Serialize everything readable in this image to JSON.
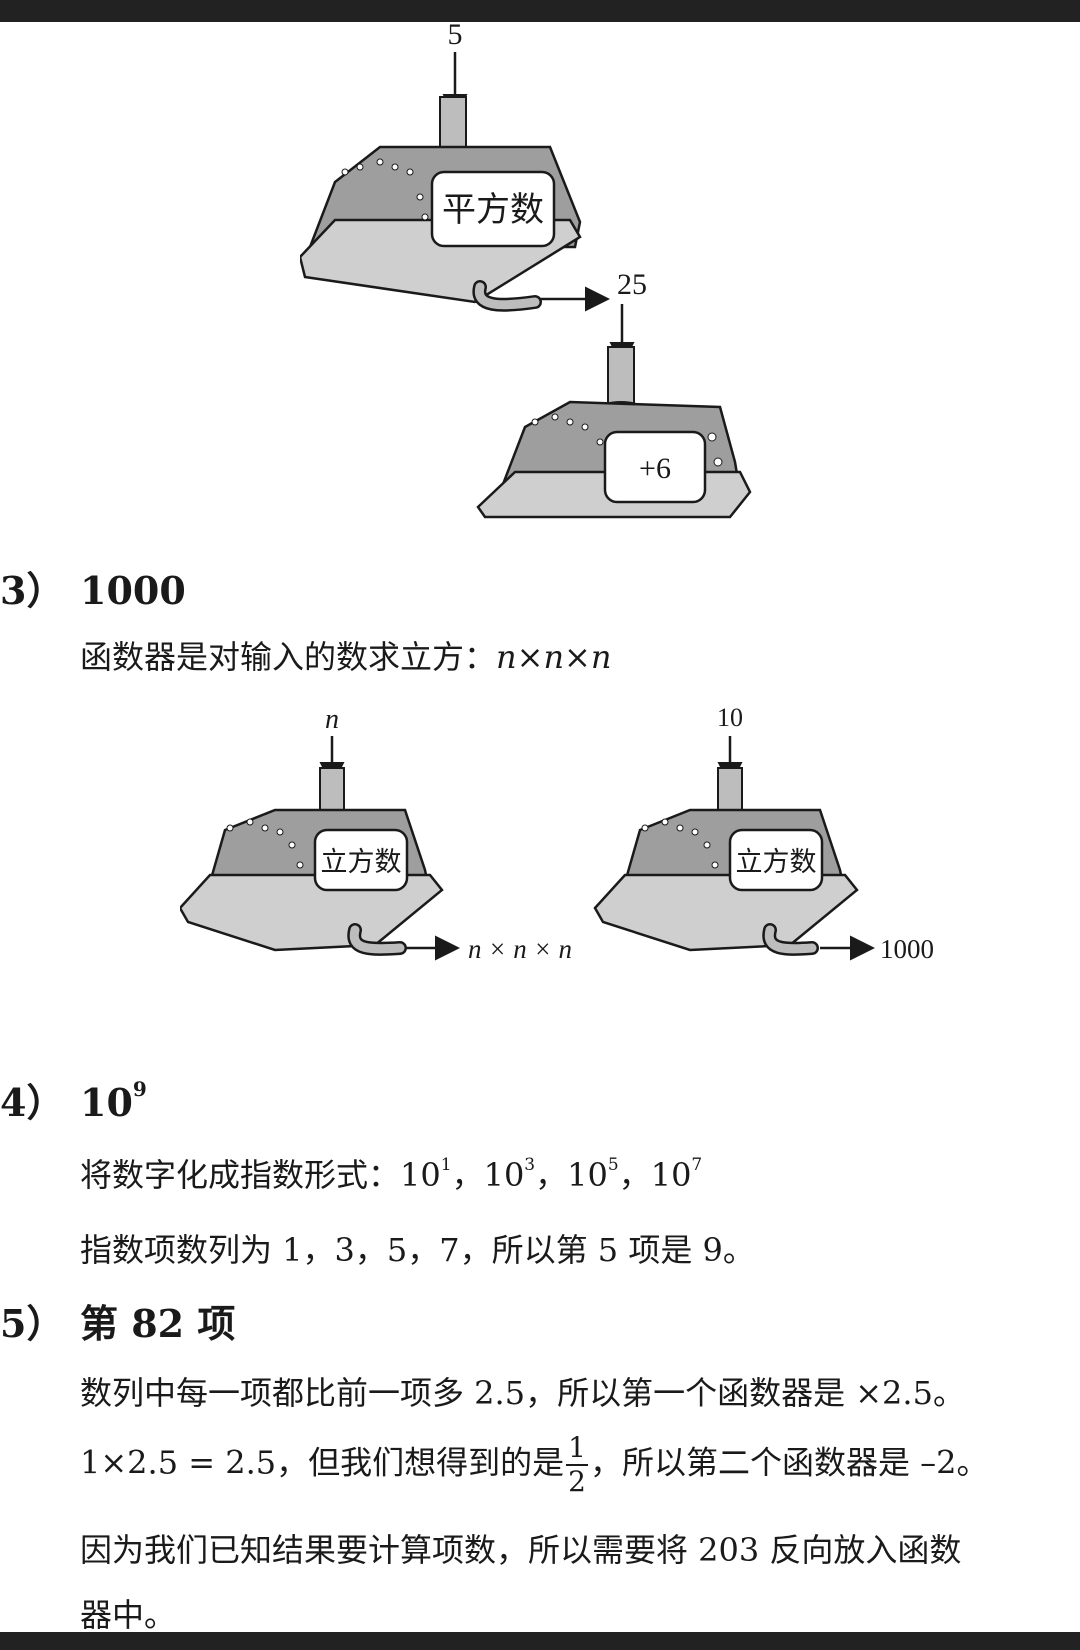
{
  "diagram1": {
    "input": "5",
    "machine1_label": "平方数",
    "intermediate": "25",
    "machine2_label": "+6"
  },
  "section3": {
    "number": "3）",
    "answer": "1000",
    "explanation_prefix": "函数器是对输入的数求立方：",
    "explanation_formula": "n×n×n",
    "diagram": {
      "left_input": "n",
      "left_label": "立方数",
      "left_output": "n × n × n",
      "right_input": "10",
      "right_label": "立方数",
      "right_output": "1000"
    }
  },
  "section4": {
    "number": "4）",
    "answer_base": "10",
    "answer_exp": "9",
    "line1_prefix": "将数字化成指数形式：",
    "powers": [
      {
        "base": "10",
        "exp": "1"
      },
      {
        "base": "10",
        "exp": "3"
      },
      {
        "base": "10",
        "exp": "5"
      },
      {
        "base": "10",
        "exp": "7"
      }
    ],
    "separator": "，",
    "line2": "指数项数列为 1，3，5，7，所以第 5 项是 9。"
  },
  "section5": {
    "number": "5）",
    "answer": "第 82 项",
    "line1": "数列中每一项都比前一项多 2.5，所以第一个函数器是 ×2.5。",
    "line2_prefix": "1×2.5 = 2.5，但我们想得到的是",
    "frac_num": "1",
    "frac_den": "2",
    "line2_suffix": "，所以第二个函数器是 –2。",
    "line3": "因为我们已知结果要计算项数，所以需要将 203 反向放入函数",
    "line4": "器中。"
  }
}
